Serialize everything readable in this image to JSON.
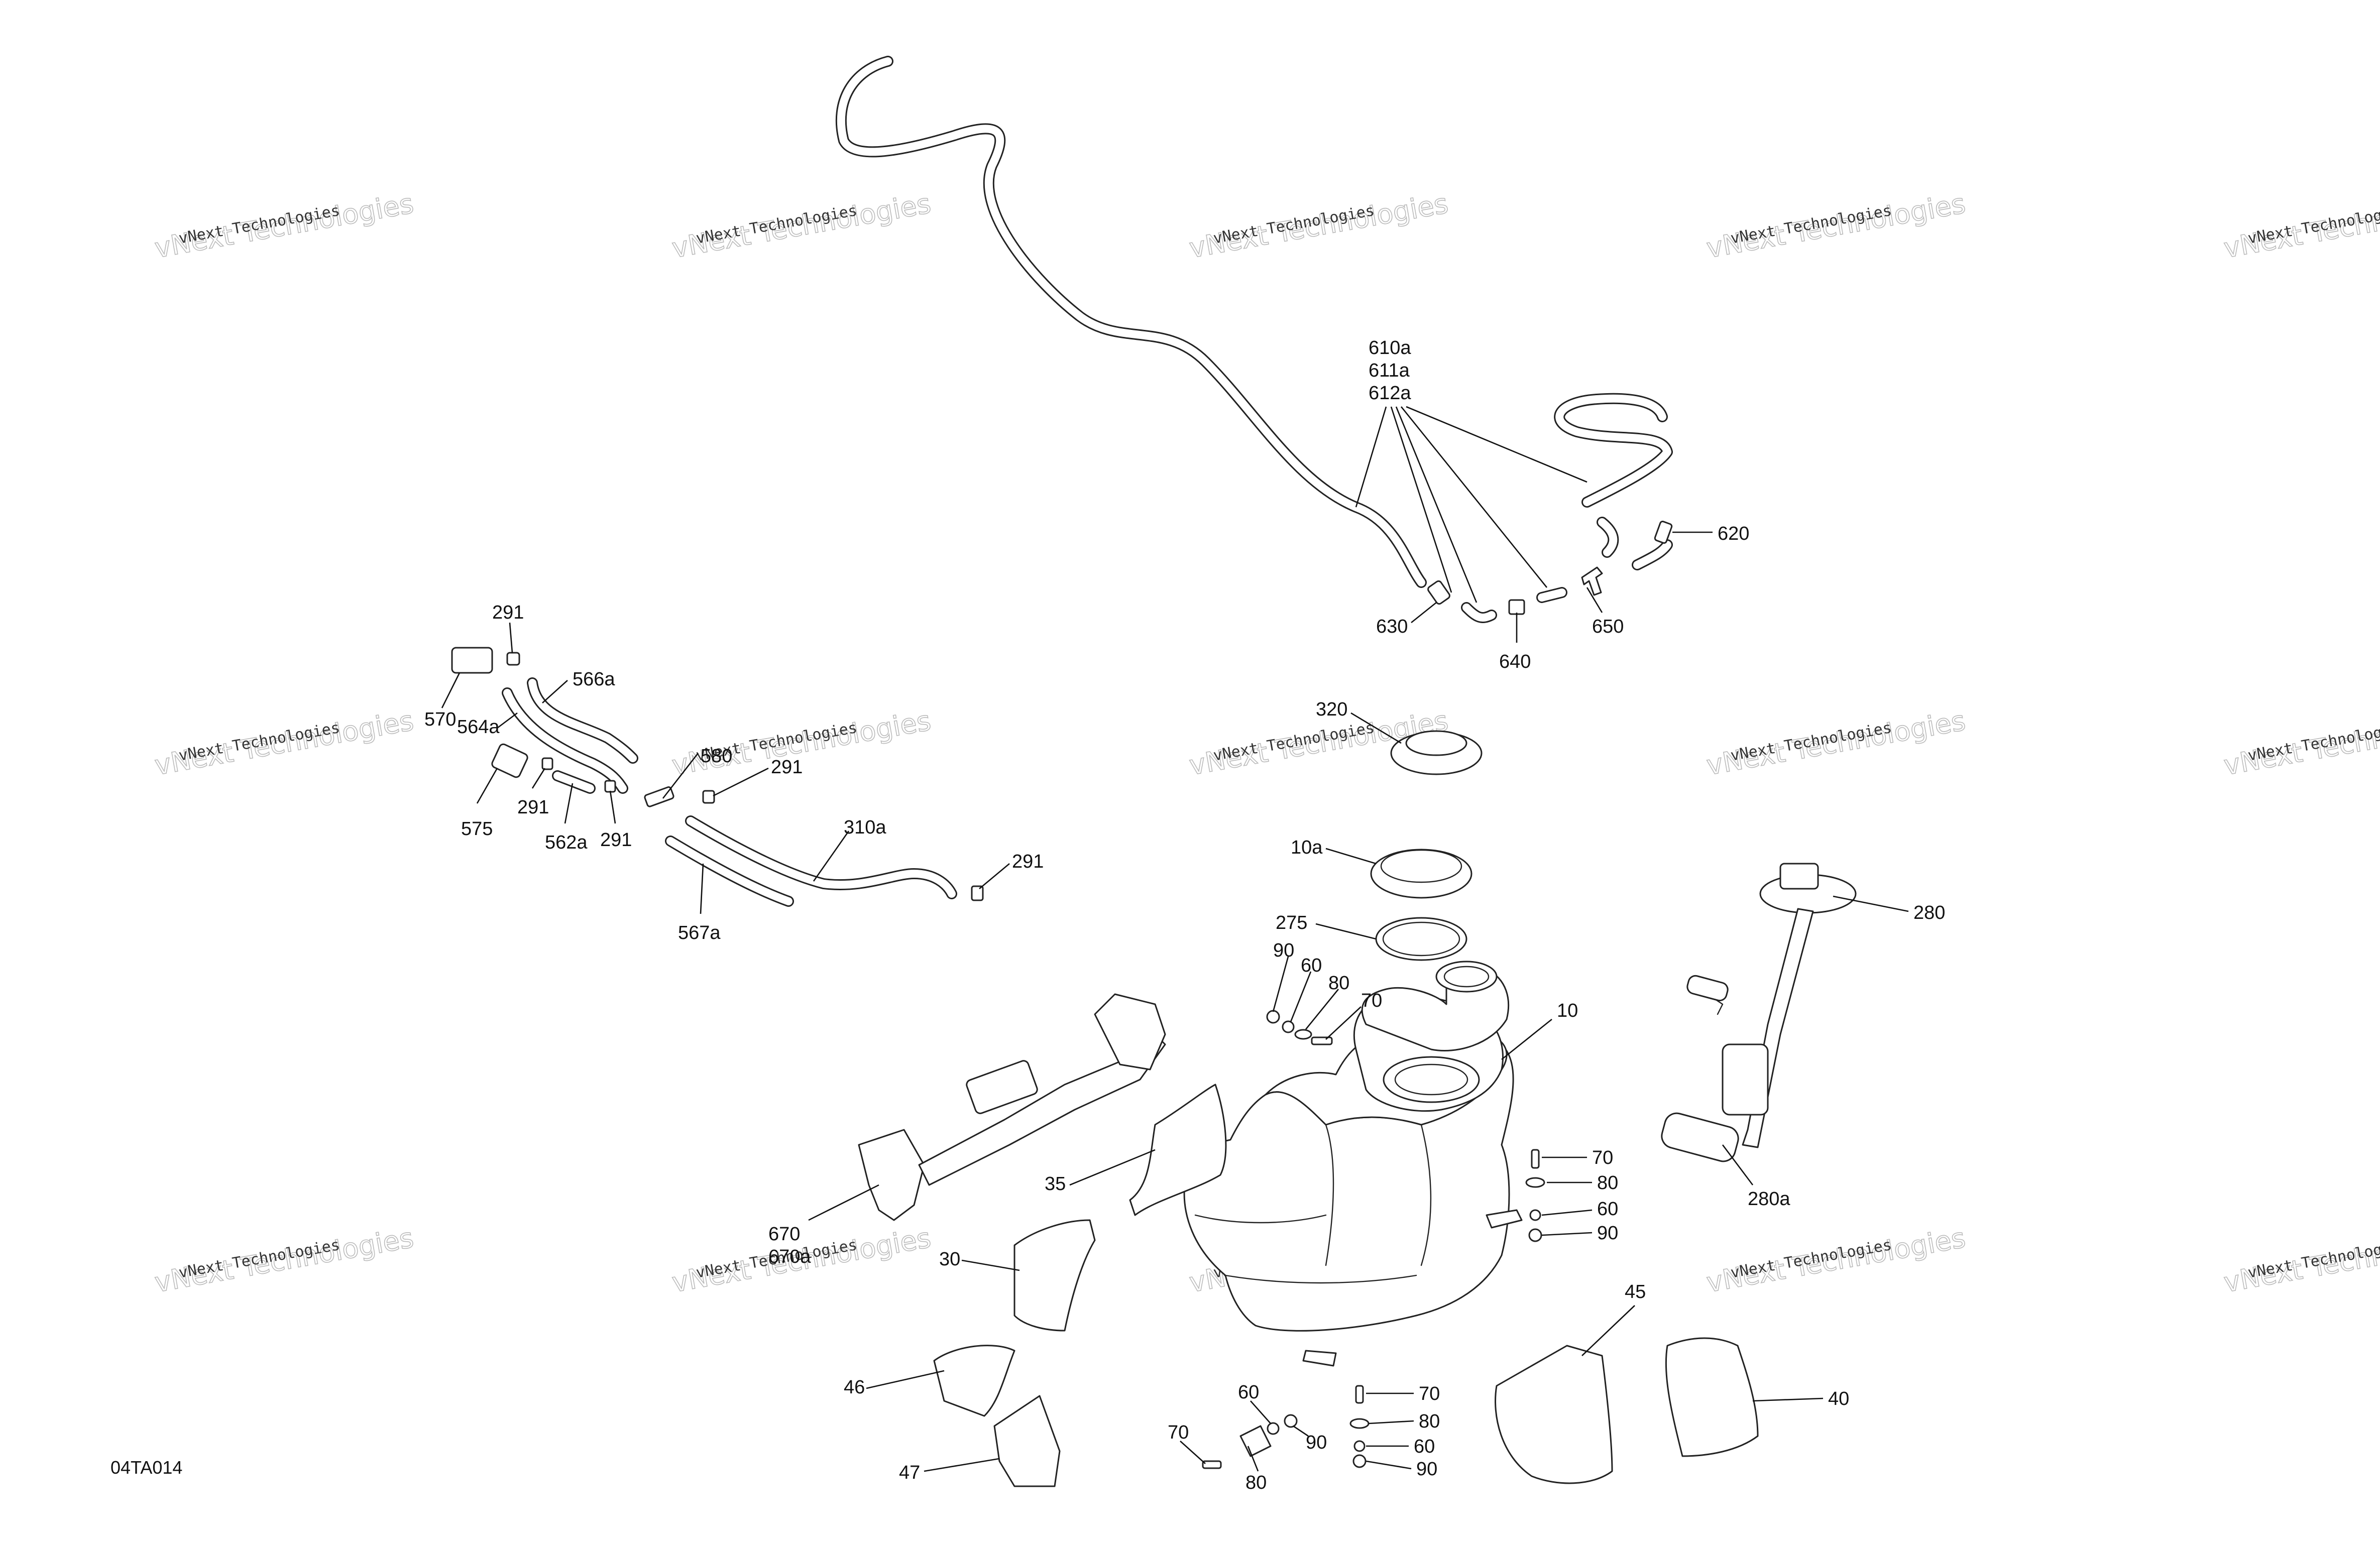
{
  "figure_ref": "04TA014",
  "watermark": {
    "line1": "vNext Technologies",
    "line2": "vNext Technologies"
  },
  "parts": {
    "p10": "10",
    "p10a": "10a",
    "p30": "30",
    "p35": "35",
    "p40": "40",
    "p45": "45",
    "p46": "46",
    "p47": "47",
    "p60": "60",
    "p70": "70",
    "p80": "80",
    "p90": "90",
    "p275": "275",
    "p280": "280",
    "p280a": "280a",
    "p291": "291",
    "p310a": "310a",
    "p320": "320",
    "p562a": "562a",
    "p564a": "564a",
    "p566a": "566a",
    "p567a": "567a",
    "p570": "570",
    "p575": "575",
    "p580": "580",
    "p610a": "610a",
    "p611a": "611a",
    "p612a": "612a",
    "p620": "620",
    "p630": "630",
    "p640": "640",
    "p650": "650",
    "p670": "670",
    "p670a": "670a"
  }
}
